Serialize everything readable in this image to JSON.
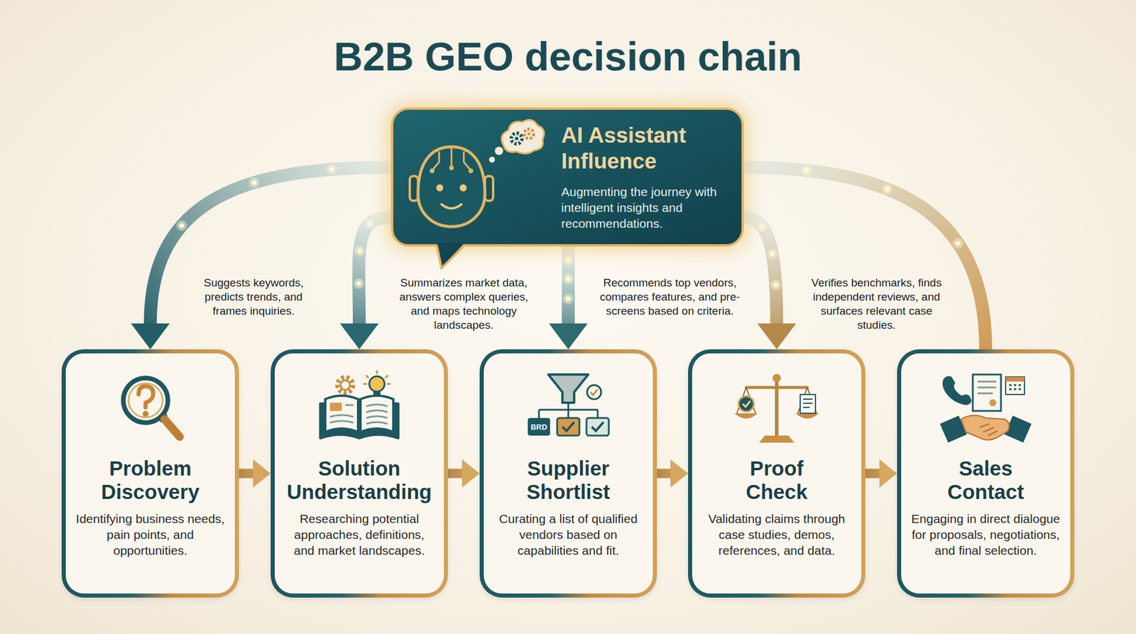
{
  "diagram": {
    "title": "B2B GEO decision chain",
    "nodes": [
      {
        "text": [
          "AI Assistant Influence",
          "Augmenting the journey with intelligent insights and recommendations."
        ]
      },
      {
        "text": [
          "Problem Discovery",
          "Identifying business needs, pain points, and opportunities."
        ]
      },
      {
        "text": [
          "Solution Understanding",
          "Researching potential approaches, definitions, and market landscapes."
        ]
      },
      {
        "text": [
          "Supplier Shortlist",
          "Curating a list of qualified vendors based on capabilities and fit."
        ]
      },
      {
        "text": [
          "Proof Check",
          "Validating claims through case studies, demos, references, and data."
        ]
      },
      {
        "text": [
          "Sales Contact",
          "Engaging in direct dialogue for proposals, negotiations, and final selection."
        ]
      }
    ],
    "edges": [
      {
        "from": 0,
        "to": 1,
        "arrow": "to",
        "label": "Suggests keywords, predicts trends, and frames inquiries."
      },
      {
        "from": 0,
        "to": 2,
        "arrow": "to",
        "label": "Summarizes market data, answers complex queries, and maps technology landscapes."
      },
      {
        "from": 0,
        "to": 3,
        "arrow": "to",
        "label": "Recommends top vendors, compares features, and pre-screens based on criteria."
      },
      {
        "from": 0,
        "to": 4,
        "arrow": "to",
        "label": "Verifies benchmarks, finds independent reviews, and surfaces relevant case studies."
      },
      {
        "from": 0,
        "to": 5,
        "arrow": "none"
      },
      {
        "from": 1,
        "to": 2,
        "arrow": "to"
      },
      {
        "from": 2,
        "to": 3,
        "arrow": "to"
      },
      {
        "from": 3,
        "to": 4,
        "arrow": "to"
      },
      {
        "from": 4,
        "to": 5,
        "arrow": "to"
      }
    ],
    "labels": [
      "BRD"
    ]
  }
}
